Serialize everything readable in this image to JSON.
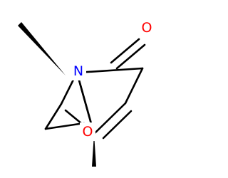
{
  "structure": {
    "atom_labels": {
      "carbonyl_oxygen": "O",
      "nitrogen": "N",
      "ring_oxygen": "O"
    }
  },
  "colors": {
    "bond": "#000000",
    "carbonyl_oxygen": "#ff0000",
    "nitrogen": "#0000ff",
    "ring_oxygen": "#ff0000",
    "background": "#ffffff"
  }
}
